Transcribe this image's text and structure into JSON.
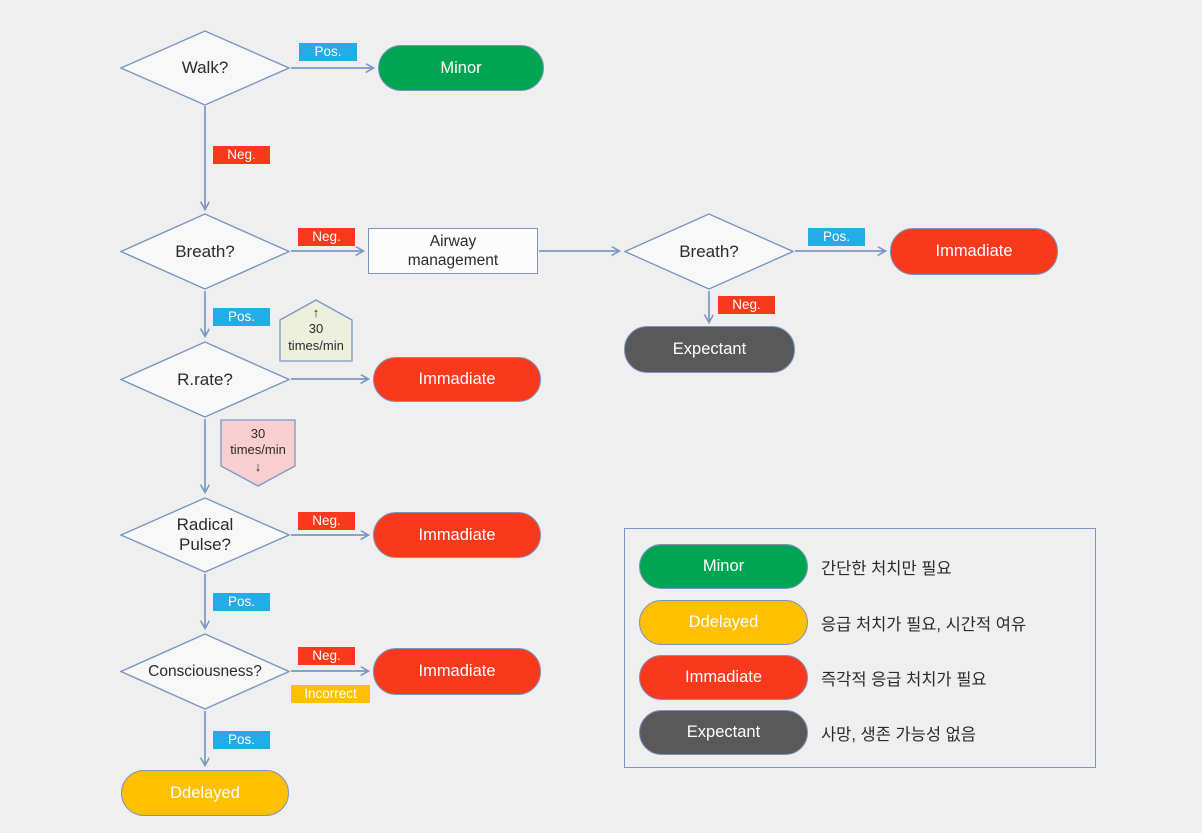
{
  "flowchart": {
    "decisions": {
      "walk": "Walk?",
      "breath1": "Breath?",
      "breath2": "Breath?",
      "rrate": "R.rate?",
      "pulse_line1": "Radical",
      "pulse_line2": "Pulse?",
      "consciousness": "Consciousness?"
    },
    "process": {
      "airway_line1": "Airway",
      "airway_line2": "management"
    },
    "outcomes": {
      "minor": "Minor",
      "immadiate_breath2": "Immadiate",
      "expectant": "Expectant",
      "immadiate_rrate": "Immadiate",
      "immadiate_pulse": "Immadiate",
      "immadiate_consciousness": "Immadiate",
      "ddelayed": "Ddelayed"
    },
    "edge_labels": {
      "walk_pos": "Pos.",
      "walk_neg": "Neg.",
      "breath1_neg": "Neg.",
      "breath1_pos": "Pos.",
      "breath2_pos": "Pos.",
      "breath2_neg": "Neg.",
      "pulse_neg": "Neg.",
      "pulse_pos": "Pos.",
      "consciousness_neg": "Neg.",
      "consciousness_incorrect": "Incorrect",
      "consciousness_pos": "Pos."
    },
    "tags": {
      "rate_high": {
        "line1": "↑",
        "line2": "30",
        "line3": "times/min"
      },
      "rate_low": {
        "line1": "30",
        "line2": "times/min",
        "line3": "↓"
      }
    }
  },
  "legend": {
    "items": [
      {
        "label": "Minor",
        "desc": "간단한 처치만 필요",
        "color": "#00A551"
      },
      {
        "label": "Ddelayed",
        "desc": "응급 처치가 필요, 시간적 여유",
        "color": "#FFC000"
      },
      {
        "label": "Immadiate",
        "desc": "즉각적 응급 처치가 필요",
        "color": "#F8391B"
      },
      {
        "label": "Expectant",
        "desc": "사망, 생존 가능성 없음",
        "color": "#595959"
      }
    ]
  },
  "colors": {
    "background": "#EFEFEF",
    "connector": "#7B96C4",
    "positive_label": "#23ACE6",
    "negative_label": "#F8391B",
    "incorrect_label": "#FFC000",
    "minor_green": "#00A551",
    "immadiate_red": "#F8391B",
    "ddelayed_gold": "#FFC000",
    "expectant_gray": "#595959",
    "tag_high_fill": "#EEF0DE",
    "tag_low_fill": "#F9CED1"
  }
}
